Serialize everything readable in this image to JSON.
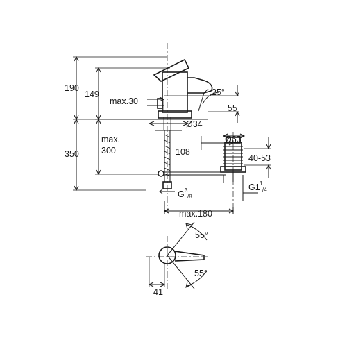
{
  "dimensions": {
    "d190": "190",
    "d149": "149",
    "max30": "max.30",
    "angle25": "25°",
    "d55": "55",
    "dia34": "Ø34",
    "dia63": "Ø63",
    "max": "max.",
    "d300": "300",
    "d350": "350",
    "d108": "108",
    "r4053": "40-53",
    "g_prefix": "G",
    "g_sup": "3",
    "g_sub": "/8",
    "g1_prefix": "G1",
    "g1_sup": "1",
    "g1_sub": "/4",
    "max180": "max.180",
    "angle55a": "55°",
    "angle55b": "55°",
    "d41": "41"
  }
}
